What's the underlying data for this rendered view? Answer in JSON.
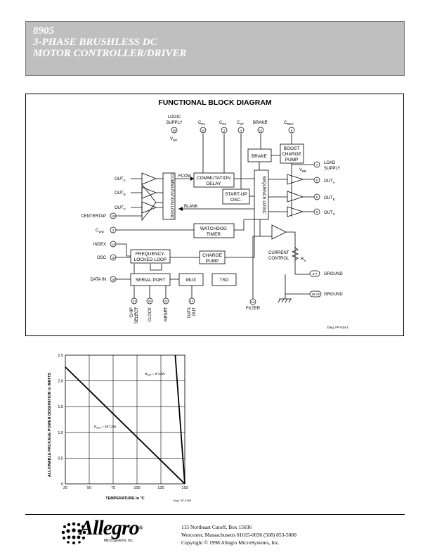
{
  "header": {
    "part": "8905",
    "line1": "3-PHASE BRUSHLESS DC",
    "line2": "MOTOR CONTROLLER/DRIVER"
  },
  "block_diagram": {
    "title": "FUNCTIONAL BLOCK DIAGRAM",
    "blocks": {
      "commutation_logic": "COMMUTATION LOGIC",
      "commutation_delay_1": "COMMUTATION",
      "commutation_delay_2": "DELAY",
      "brake": "BRAKE",
      "boost_1": "BOOST",
      "boost_2": "CHARGE",
      "boost_3": "PUMP",
      "startup_1": "START-UP",
      "startup_2": "OSC.",
      "sequence_logic": "SEQUENCE LOGIC",
      "watchdog_1": "WATCHDOG",
      "watchdog_2": "TIMER",
      "fll_1": "FREQUENCY-",
      "fll_2": "LOCKED LOOP",
      "charge_pump_1": "CHARGE",
      "charge_pump_2": "PUMP",
      "serial_port": "SERIAL PORT",
      "mux": "MUX",
      "tsd": "TSD"
    },
    "signals": {
      "fcom": "FCOM",
      "blank": "BLANK",
      "logic_supply_1": "LOGIC",
      "logic_supply_2": "SUPPLY",
      "vdd": "V",
      "vdd_sub": "DD",
      "cd1": "C",
      "cd1_sub": "D1",
      "cd2": "C",
      "cd2_sub": "D2",
      "cst": "C",
      "cst_sub": "ST",
      "brake": "BRAKE",
      "cres": "C",
      "cres_sub": "RES",
      "load_supply_1": "LOAD",
      "load_supply_2": "SUPPLY",
      "vbb": "V",
      "vbb_sub": "BB",
      "out_a": "OUT",
      "out_a_sub": "A",
      "out_b": "OUT",
      "out_b_sub": "B",
      "out_c": "OUT",
      "out_c_sub": "C",
      "centertap": "CENTERTAP",
      "cwd": "C",
      "cwd_sub": "WD",
      "index": "INDEX",
      "osc": "OSC",
      "data_in": "DATA IN",
      "current_control_1": "CURRENT",
      "current_control_2": "CONTROL",
      "rs": "R",
      "rs_sub": "S",
      "ground_1": "GROUND",
      "ground_2": "GROUND",
      "filter": "FILTER",
      "chip_select_1": "CHIP",
      "chip_select_2": "SELECT",
      "clock": "CLOCK",
      "reset": "RESET",
      "data_out_1": "DATA",
      "data_out_2": "OUT"
    },
    "pins": {
      "logic": "15",
      "cd1": "24",
      "cd2": "2",
      "cst": "4",
      "brake": "11",
      "cres": "6",
      "load": "7",
      "out_a": "5",
      "out_b": "8",
      "out_c": "9",
      "centertap": "10",
      "cwd": "3",
      "index": "14",
      "osc": "16",
      "data_in": "18",
      "gnd1": "6-7",
      "gnd2": "18-19",
      "filter": "13",
      "cs": "21",
      "clock": "20",
      "reset": "22",
      "data_out": "17"
    },
    "drawing_number": "Dwg. FP-034-1"
  },
  "chart": {
    "ylabel": "ALLOWABLE PACKAGE POWER DISSIPATION in WATTS",
    "xlabel": "TEMPERATURE in °C",
    "drawing_number": "Dwg. GP-019B",
    "label_jt": "R",
    "label_jt_sub": "θJT",
    "label_jt_val": " = 6°C/W",
    "label_ja": "R",
    "label_ja_sub": "θJA",
    "label_ja_val": " = 55°C/W"
  },
  "chart_data": {
    "type": "line",
    "title": "",
    "xlabel": "TEMPERATURE in °C",
    "ylabel": "ALLOWABLE PACKAGE POWER DISSIPATION in WATTS",
    "xlim": [
      25,
      150
    ],
    "ylim": [
      0,
      2.5
    ],
    "x_ticks": [
      "25",
      "50",
      "75",
      "100",
      "125",
      "150"
    ],
    "y_ticks": [
      "0",
      "0.5",
      "1.0",
      "1.5",
      "2.0",
      "2.5"
    ],
    "grid": true,
    "series": [
      {
        "name": "RθJT = 6°C/W",
        "x": [
          140,
          150
        ],
        "y": [
          2.5,
          0
        ]
      },
      {
        "name": "RθJA = 55°C/W",
        "x": [
          25,
          150
        ],
        "y": [
          2.27,
          0
        ]
      }
    ]
  },
  "footer": {
    "logo": "Allegro",
    "logo_sub": "MicroSystems, Inc.",
    "addr1": "115 Northeast Cutoff, Box 15036",
    "addr2": "Worcester, Massachusetts 01615-0036  (508) 853-5000",
    "addr3": "Copyright © 1998 Allegro MicroSystems, Inc."
  }
}
